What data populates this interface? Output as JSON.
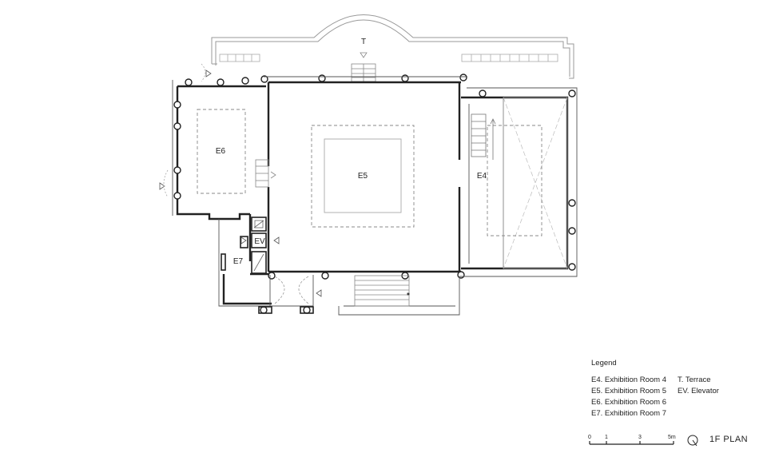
{
  "rooms": {
    "t": "T",
    "e4": "E4",
    "e5": "E5",
    "e6": "E6",
    "e7": "E7",
    "ev": "EV"
  },
  "legend": {
    "title": "Legend",
    "left": [
      "E4. Exhibition Room 4",
      "E5. Exhibition Room 5",
      "E6. Exhibition Room 6",
      "E7. Exhibition Room 7"
    ],
    "right": [
      "T. Terrace",
      "EV. Elevator"
    ]
  },
  "scale": {
    "ticks": [
      "0",
      "1",
      "3",
      "5m"
    ]
  },
  "plan_title": "1F PLAN"
}
